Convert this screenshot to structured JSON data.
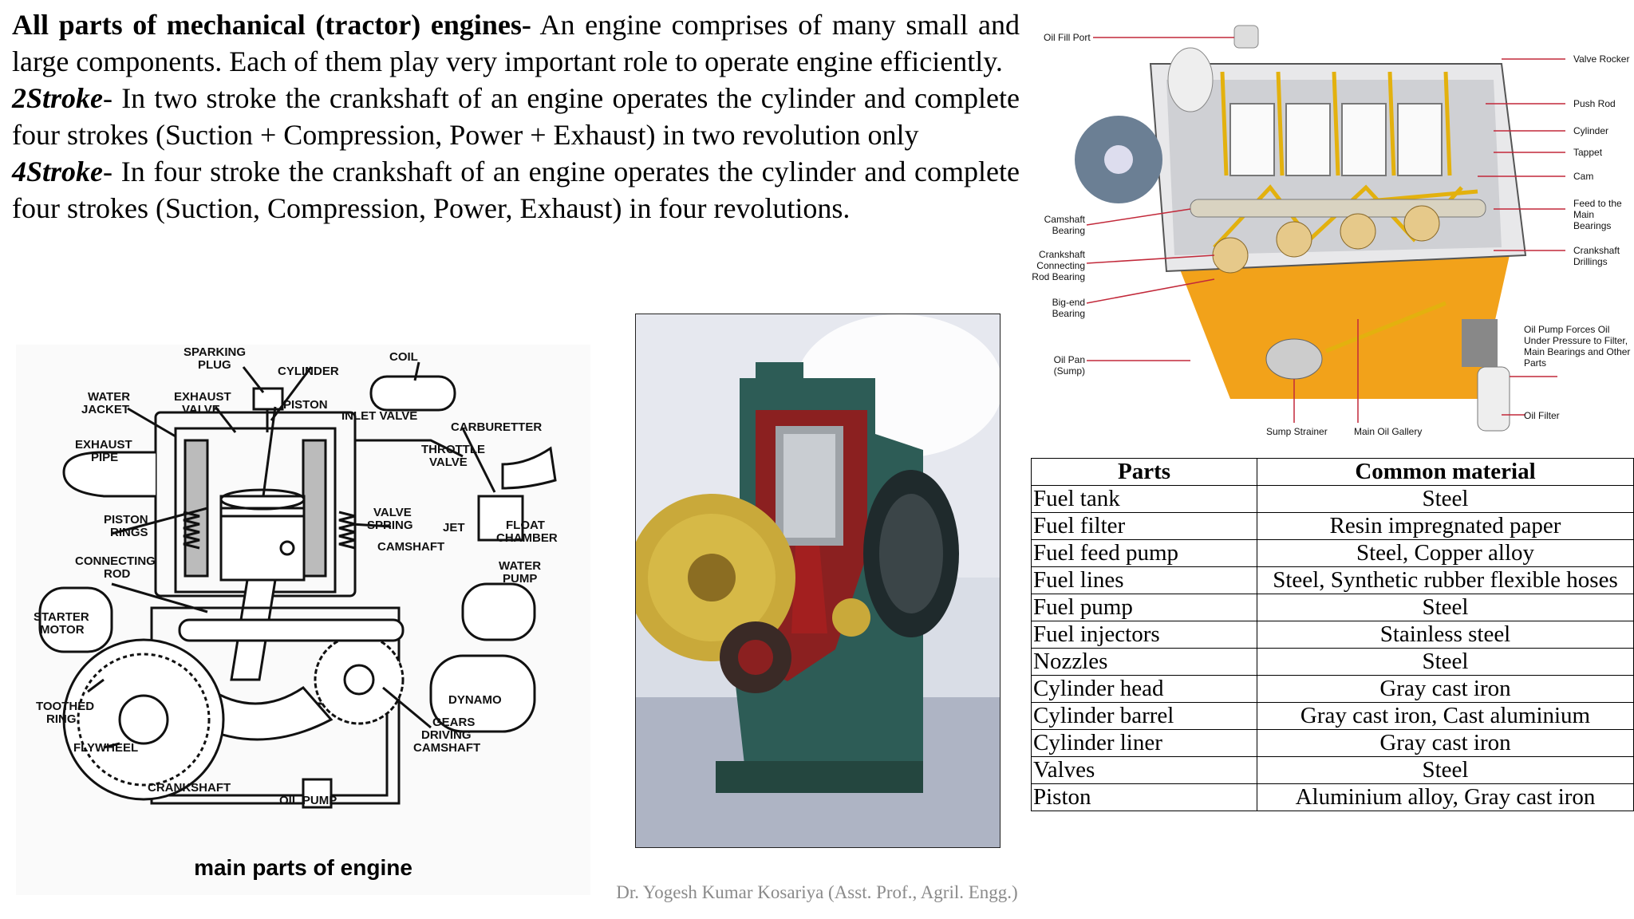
{
  "intro": {
    "p1_bold": "All parts of mechanical (tractor) engines-",
    "p1_text": " An engine comprises of many small and large components. Each of them play very important role to operate engine efficiently.",
    "p2_bold": "2Stroke",
    "p2_text": "- In two stroke the crankshaft of an engine operates the cylinder and complete four strokes (Suction + Compression, Power + Exhaust) in two revolution only",
    "p3_bold": "4Stroke",
    "p3_text": "- In four stroke the crankshaft of an engine operates the cylinder and complete four strokes (Suction, Compression, Power, Exhaust) in four revolutions."
  },
  "drawing": {
    "caption": "main parts of engine",
    "labels": {
      "sparking_plug": "SPARKING PLUG",
      "cylinder": "CYLINDER",
      "coil": "COIL",
      "water_jacket": "WATER JACKET",
      "exhaust_valve": "EXHAUST VALVE",
      "piston": "PISTON",
      "inlet_valve": "INLET VALVE",
      "carburetter": "CARBURETTER",
      "exhaust_pipe": "EXHAUST PIPE",
      "throttle_valve": "THROTTLE VALVE",
      "piston_rings": "PISTON RINGS",
      "valve_spring": "VALVE SPRING",
      "jet": "JET",
      "float_chamber": "FLOAT CHAMBER",
      "camshaft": "CAMSHAFT",
      "connecting_rod": "CONNECTING ROD",
      "water_pump": "WATER PUMP",
      "starter_motor": "STARTER MOTOR",
      "dynamo": "DYNAMO",
      "toothed_ring": "TOOTHED RING",
      "gears_driving_camshaft": "GEARS DRIVING CAMSHAFT",
      "flywheel": "FLYWHEEL",
      "crankshaft": "CRANKSHAFT",
      "oil_pump": "OIL PUMP"
    }
  },
  "cutaway": {
    "labels": {
      "oil_fill_port": "Oil Fill Port",
      "valve_rocker": "Valve Rocker",
      "push_rod": "Push Rod",
      "cylinder": "Cylinder",
      "tappet": "Tappet",
      "cam": "Cam",
      "feed_main_bearings": "Feed to the Main Bearings",
      "crankshaft_drillings": "Crankshaft Drillings",
      "camshaft_bearing": "Camshaft Bearing",
      "crankshaft_conn_rod_bearing": "Crankshaft Connecting Rod Bearing",
      "big_end_bearing": "Big-end Bearing",
      "oil_pan": "Oil Pan (Sump)",
      "oil_pump_forces": "Oil Pump Forces Oil Under Pressure to Filter, Main Bearings and Other Parts",
      "oil_filter": "Oil Filter",
      "sump_strainer": "Sump Strainer",
      "main_oil_gallery": "Main Oil Gallery"
    }
  },
  "materials_table": {
    "headers": [
      "Parts",
      "Common material"
    ],
    "rows": [
      [
        "Fuel tank",
        "Steel"
      ],
      [
        "Fuel filter",
        "Resin impregnated paper"
      ],
      [
        "Fuel feed pump",
        "Steel, Copper alloy"
      ],
      [
        "Fuel lines",
        "Steel, Synthetic rubber flexible hoses"
      ],
      [
        "Fuel pump",
        "Steel"
      ],
      [
        "Fuel injectors",
        "Stainless steel"
      ],
      [
        "Nozzles",
        "Steel"
      ],
      [
        "Cylinder head",
        "Gray cast iron"
      ],
      [
        "Cylinder barrel",
        "Gray cast iron, Cast aluminium"
      ],
      [
        "Cylinder liner",
        "Gray cast iron"
      ],
      [
        "Valves",
        "Steel"
      ],
      [
        "Piston",
        "Aluminium  alloy, Gray cast iron"
      ]
    ]
  },
  "footer": "Dr. Yogesh Kumar Kosariya (Asst. Prof., Agril. Engg.)"
}
